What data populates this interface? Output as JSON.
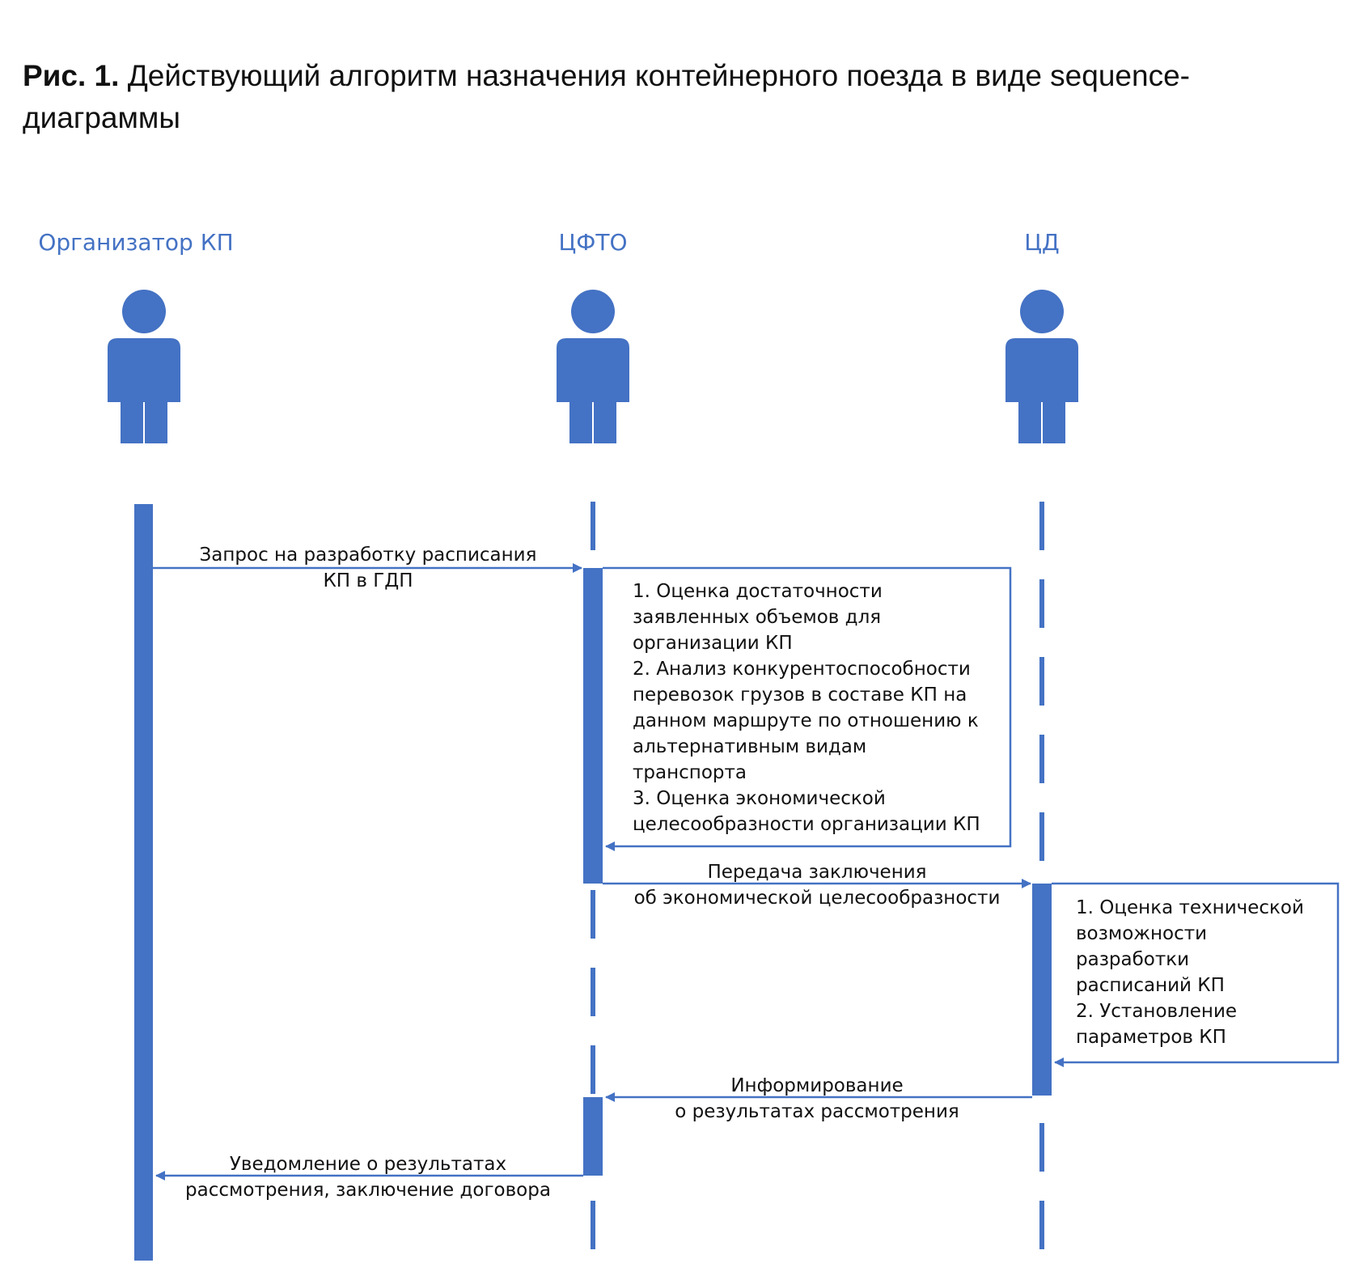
{
  "caption": {
    "prefix": "Рис. 1.",
    "text": "Действующий алгоритм назначения контейнерного поезда в виде sequence-диаграммы"
  },
  "actors": [
    {
      "name": "Организатор КП",
      "icon": "person-icon"
    },
    {
      "name": "ЦФТО",
      "icon": "person-icon"
    },
    {
      "name": "ЦД",
      "icon": "person-icon"
    }
  ],
  "messages": {
    "request": "Запрос на разработку расписания\nКП в ГДП",
    "cfto_checks": "1. Оценка достаточности\nзаявленных объемов для\nорганизации КП\n2. Анализ конкурентоспособности\nперевозок грузов в составе КП на\nданном маршруте по отношению к\nальтернативным видам\nтранспорта\n3. Оценка экономической\nцелесообразности организации КП",
    "transfer": "Передача заключения\nоб экономической целесообразности",
    "cd_checks": "1. Оценка технической\nвозможности\nразработки\nрасписаний КП\n2. Установление\nпараметров КП",
    "inform": "Информирование\nо результатах рассмотрения",
    "notify": "Уведомление о результатах\nрассмотрения, заключение договора"
  },
  "colors": {
    "accent": "#4472c4",
    "text": "#111111"
  }
}
